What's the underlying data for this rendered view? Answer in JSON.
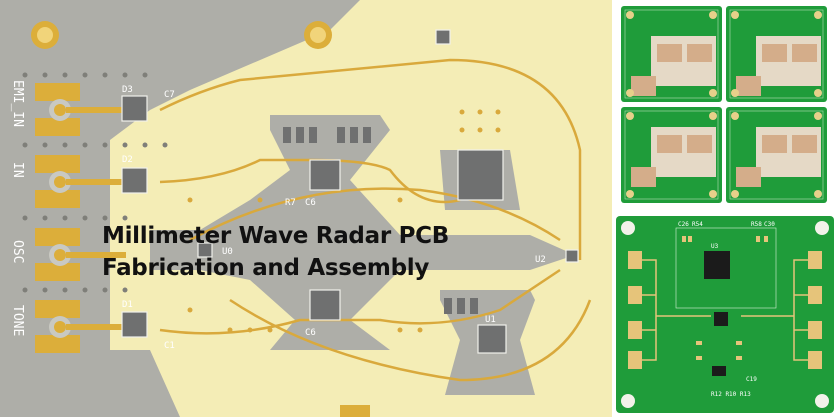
{
  "headline": {
    "line1": "Millimeter Wave Radar PCB",
    "line2": "Fabrication and Assembly"
  },
  "main_board": {
    "port_labels": [
      "EMI_IN",
      "IN",
      "OSC",
      "TONE"
    ],
    "component_labels": {
      "d3": "D3",
      "d2": "D2",
      "d1": "D1",
      "c7": "C7",
      "c1": "C1",
      "u2": "U2",
      "u0": "U0",
      "u1": "U1",
      "c6a": "C6",
      "c6b": "C6",
      "r7": "R7"
    }
  },
  "big_board": {
    "labels": {
      "u3": "U3",
      "c26": "C26",
      "r54": "R54",
      "r58": "R58",
      "c30": "C30",
      "c19": "C19",
      "r12": "R12 R10 R13"
    }
  },
  "colors": {
    "ground": "#aeaea8",
    "copper": "#f4edb6",
    "gold": "#dcae3a",
    "trace": "#d9a93c",
    "pcb_green": "#1f9c3a",
    "chip": "#6f7070"
  }
}
